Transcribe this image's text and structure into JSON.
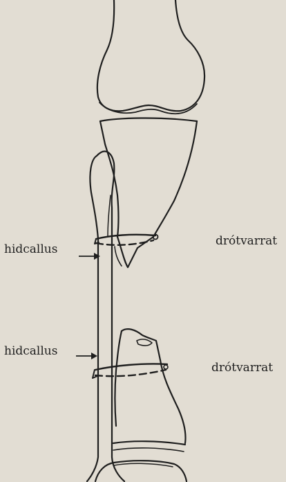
{
  "labels": {
    "callus_upper": "hidcallus",
    "callus_lower": "hidcallus",
    "wire_upper": "drótvarrat",
    "wire_lower": "drótvarrat"
  },
  "colors": {
    "paper": "#e2ddd3",
    "ink": "#1e1e1e"
  }
}
